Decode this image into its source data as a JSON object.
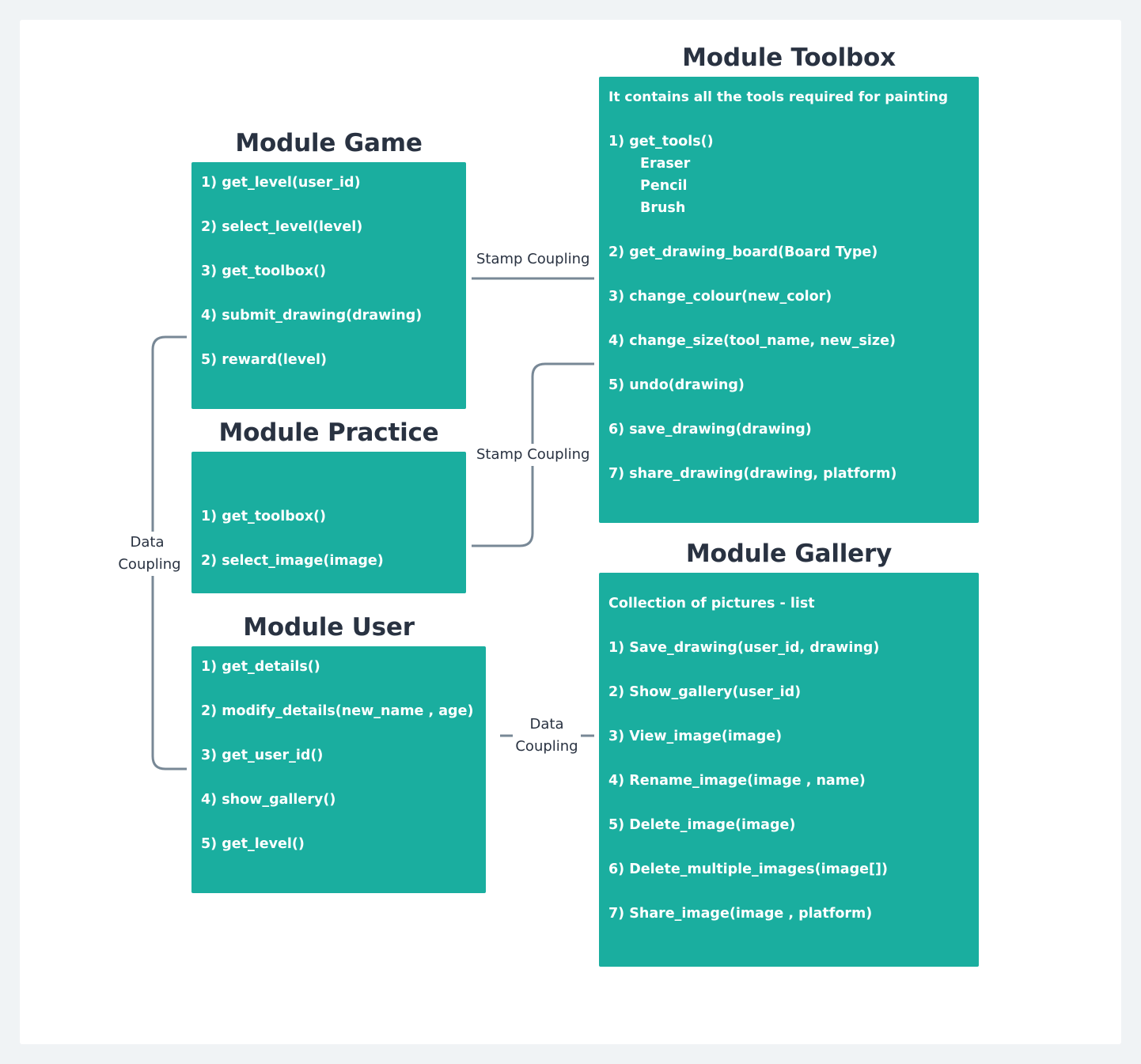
{
  "modules": {
    "game": {
      "title": "Module Game",
      "items": [
        "1) get_level(user_id)",
        "2) select_level(level)",
        "3) get_toolbox()",
        "4) submit_drawing(drawing)",
        "5) reward(level)"
      ]
    },
    "practice": {
      "title": "Module Practice",
      "items": [
        "1) get_toolbox()",
        "2) select_image(image)"
      ]
    },
    "user": {
      "title": "Module User",
      "items": [
        "1) get_details()",
        "2) modify_details(new_name , age)",
        "3) get_user_id()",
        "4) show_gallery()",
        "5) get_level()"
      ]
    },
    "toolbox": {
      "title": "Module Toolbox",
      "description": "It contains all the tools required for painting",
      "get_tools": "1) get_tools()",
      "tools": [
        "Eraser",
        "Pencil",
        "Brush"
      ],
      "items": [
        "2) get_drawing_board(Board Type)",
        "3) change_colour(new_color)",
        "4) change_size(tool_name, new_size)",
        "5) undo(drawing)",
        "6) save_drawing(drawing)",
        "7) share_drawing(drawing, platform)"
      ]
    },
    "gallery": {
      "title": "Module Gallery",
      "description": "Collection of pictures - list",
      "items": [
        "1) Save_drawing(user_id, drawing)",
        "2) Show_gallery(user_id)",
        "3) View_image(image)",
        "4) Rename_image(image , name)",
        "5) Delete_image(image)",
        "6) Delete_multiple_images(image[])",
        "7) Share_image(image , platform)"
      ]
    }
  },
  "connectors": {
    "game_toolbox": "Stamp Coupling",
    "practice_toolbox": "Stamp Coupling",
    "data_coupling_left_1": "Data",
    "data_coupling_left_2": "Coupling",
    "data_coupling_right_1": "Data",
    "data_coupling_right_2": "Coupling"
  },
  "colors": {
    "box": "#1aae9f",
    "title": "#293241",
    "connector": "#788896",
    "background": "#f0f3f5"
  }
}
